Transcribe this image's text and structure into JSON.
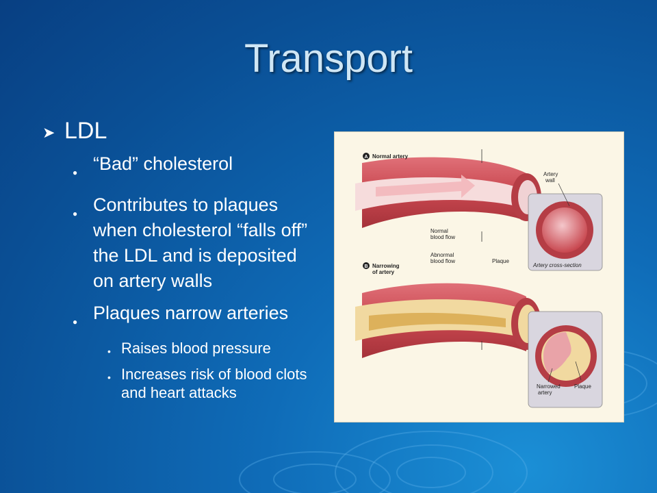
{
  "slide": {
    "title": "Transport",
    "main_bullet": "LDL",
    "points": [
      {
        "text": "“Bad” cholesterol"
      },
      {
        "text": "Contributes to plaques when cholesterol “falls off” the LDL and is deposited on artery walls"
      },
      {
        "text": "Plaques narrow arteries"
      }
    ],
    "subpoints": [
      {
        "text": "Raises blood pressure"
      },
      {
        "text": "Increases risk of blood clots and heart attacks"
      }
    ]
  },
  "figure": {
    "panel_a_letter": "A",
    "panel_a_title": "Normal artery",
    "panel_b_letter": "B",
    "panel_b_title_1": "Narrowing",
    "panel_b_title_2": "of artery",
    "artery_wall_1": "Artery",
    "artery_wall_2": "wall",
    "normal_flow_1": "Normal",
    "normal_flow_2": "blood flow",
    "cross_section": "Artery cross-section",
    "abnormal_flow_1": "Abnormal",
    "abnormal_flow_2": "blood flow",
    "plaque_top": "Plaque",
    "narrowed_1": "Narrowed",
    "narrowed_2": "artery",
    "plaque_bottom": "Plaque"
  },
  "colors": {
    "background": "#0f6cb8",
    "title": "#cfe6f5",
    "artery": "#c8474f",
    "plaque": "#f1d9a0"
  }
}
